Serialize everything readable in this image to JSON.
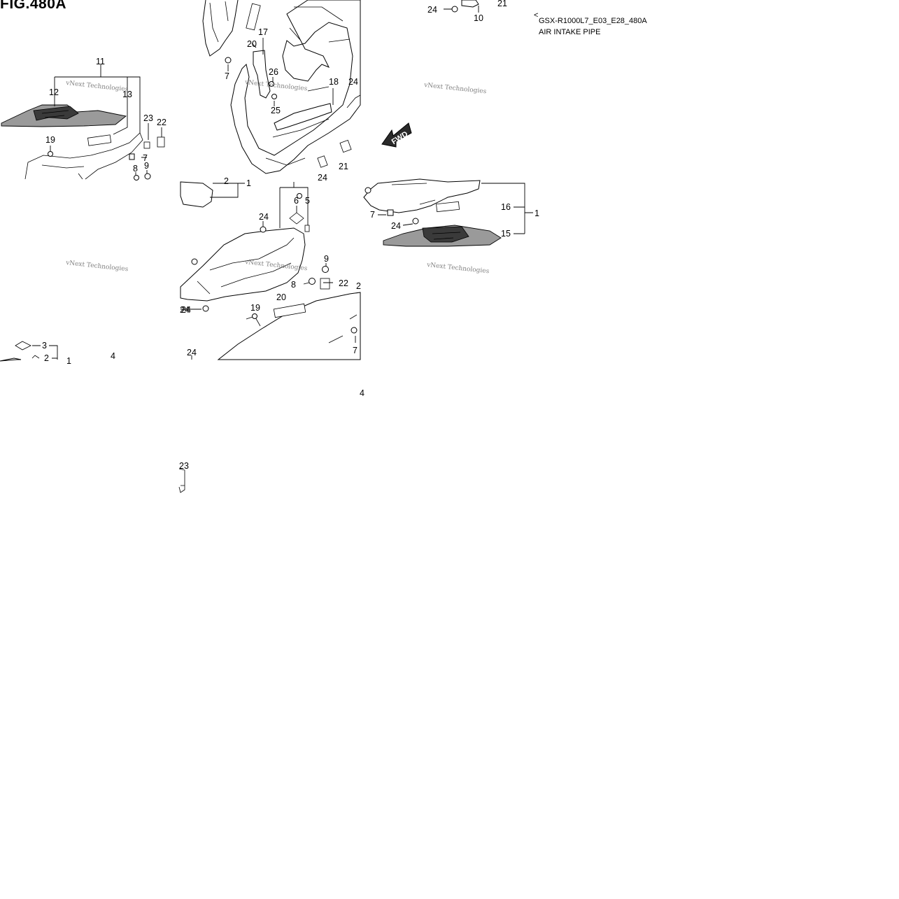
{
  "figure": {
    "title": "FIG.480A",
    "code": "GSX-R1000L7_E03_E28_480A",
    "subtitle": "AIR INTAKE PIPE",
    "tick_mark": "<",
    "fwd_label": "FWD",
    "page_marker": "4"
  },
  "watermark": {
    "text": "vNext Technologies"
  },
  "callouts": [
    "24",
    "10",
    "21",
    "17",
    "20",
    "7",
    "26",
    "25",
    "18",
    "24",
    "21",
    "24",
    "11",
    "12",
    "13",
    "23",
    "22",
    "19",
    "7",
    "8",
    "9",
    "2",
    "1",
    "6",
    "5",
    "24",
    "7",
    "16",
    "1",
    "24",
    "15",
    "24",
    "9",
    "22",
    "8",
    "2",
    "24",
    "19",
    "20",
    "7",
    "3",
    "2",
    "1",
    "4",
    "24",
    "23"
  ]
}
